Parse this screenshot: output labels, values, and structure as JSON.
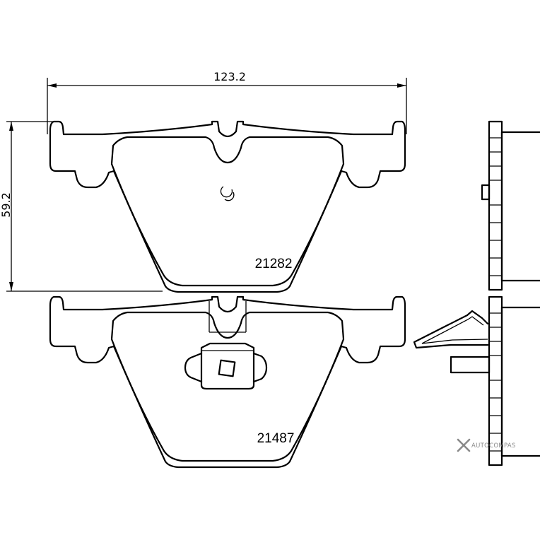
{
  "dimensions": {
    "width_label": "123.2",
    "height_label": "59.2"
  },
  "pads": {
    "top_part_number": "21282",
    "bottom_part_number": "21487"
  },
  "watermark": {
    "text": "AUTOCOMPAS",
    "color": "#8a8a8a"
  },
  "colors": {
    "line": "#000000",
    "background": "#ffffff"
  }
}
